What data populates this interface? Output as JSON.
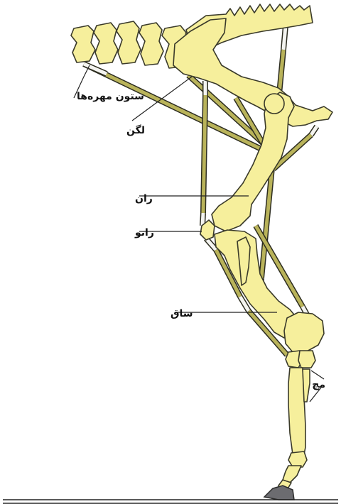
{
  "labels": {
    "spine": "ستون مهره‌ها",
    "pelvis": "لگن",
    "thigh": "ران",
    "knee": "زانو",
    "shank": "ساق",
    "cannon": "مچ"
  },
  "colors": {
    "bone_fill": "#f6ef9c",
    "bone_outline": "#3a3a2a",
    "muscle": "#b9b35a",
    "tendon": "#f4f4f0",
    "hoof": "#6c6c70"
  }
}
